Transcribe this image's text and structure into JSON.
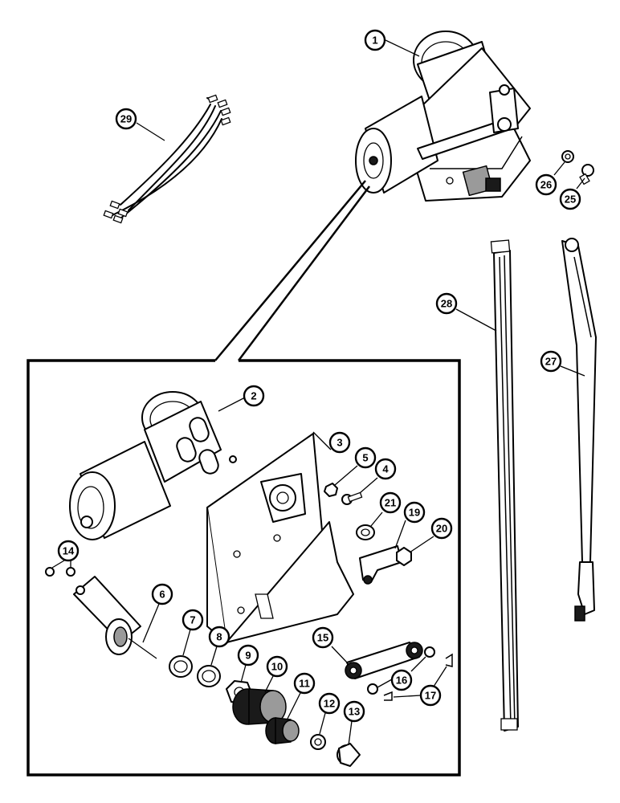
{
  "callouts": {
    "c1": "1",
    "c2": "2",
    "c3": "3",
    "c4": "4",
    "c5": "5",
    "c6": "6",
    "c7": "7",
    "c8": "8",
    "c9": "9",
    "c10": "10",
    "c11": "11",
    "c12": "12",
    "c13": "13",
    "c14": "14",
    "c15": "15",
    "c16": "16",
    "c17": "17",
    "c19": "19",
    "c20": "20",
    "c21": "21",
    "c25": "25",
    "c26": "26",
    "c27": "27",
    "c28": "28",
    "c29": "29"
  }
}
